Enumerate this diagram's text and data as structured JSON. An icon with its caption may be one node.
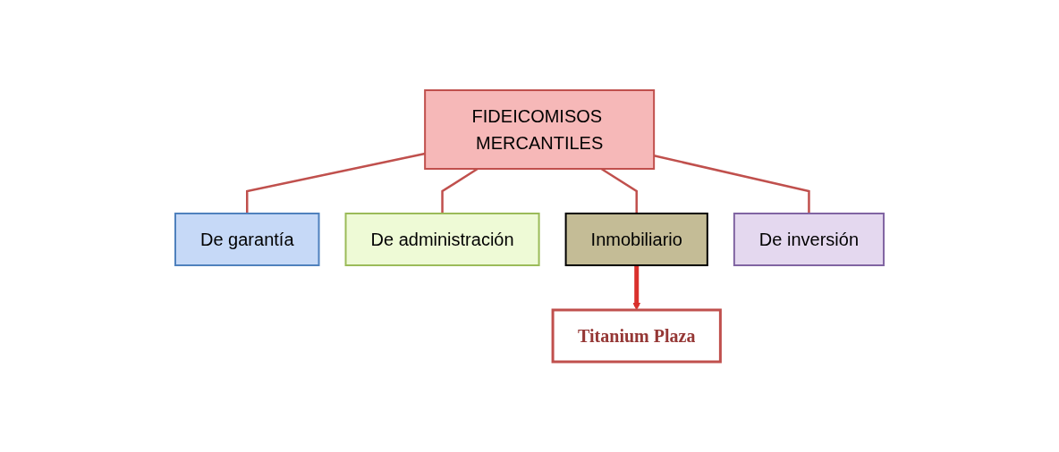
{
  "diagram": {
    "nodes": [
      {
        "text": [
          "FIDEICOMISOS MERCANTILES"
        ]
      },
      {
        "text": [
          "De garantía"
        ]
      },
      {
        "text": [
          "De administración"
        ]
      },
      {
        "text": [
          "Inmobiliario"
        ]
      },
      {
        "text": [
          "De inversión"
        ]
      },
      {
        "text": [
          "Titanium Plaza"
        ]
      }
    ],
    "edges": [
      {
        "from": 0,
        "to": 1,
        "arrow": "none",
        "color": "#c0504d"
      },
      {
        "from": 0,
        "to": 2,
        "arrow": "none",
        "color": "#c0504d"
      },
      {
        "from": 0,
        "to": 3,
        "arrow": "none",
        "color": "#c0504d"
      },
      {
        "from": 0,
        "to": 4,
        "arrow": "none",
        "color": "#c0504d"
      },
      {
        "from": 3,
        "to": 5,
        "arrow": "to",
        "style": "thick",
        "color": "#d9302c"
      }
    ]
  }
}
